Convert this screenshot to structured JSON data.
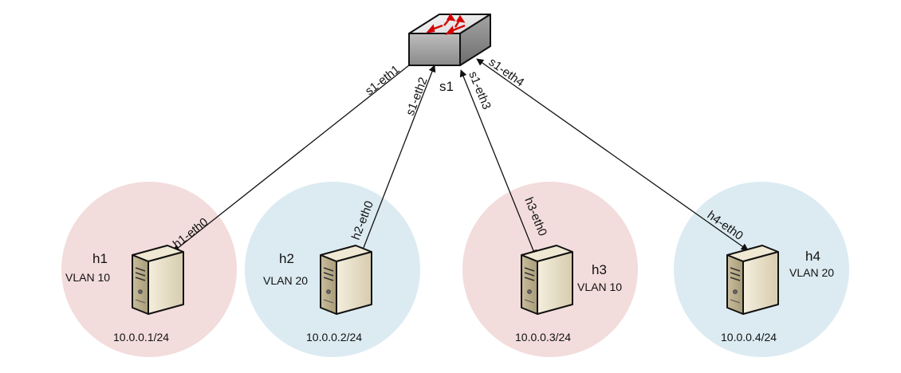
{
  "switch": {
    "name": "s1",
    "icon": "network-switch-icon"
  },
  "colors": {
    "vlan10": "#f3dcdc",
    "vlan20": "#dcebf2",
    "arrow": "#d40000"
  },
  "hosts": [
    {
      "name": "h1",
      "vlan": "VLAN 10",
      "ip": "10.0.0.1/24",
      "host_iface": "h1-eth0",
      "switch_iface": "s1-eth1",
      "icon": "server-icon"
    },
    {
      "name": "h2",
      "vlan": "VLAN 20",
      "ip": "10.0.0.2/24",
      "host_iface": "h2-eth0",
      "switch_iface": "s1-eth2",
      "icon": "server-icon"
    },
    {
      "name": "h3",
      "vlan": "VLAN 10",
      "ip": "10.0.0.3/24",
      "host_iface": "h3-eth0",
      "switch_iface": "s1-eth3",
      "icon": "server-icon"
    },
    {
      "name": "h4",
      "vlan": "VLAN 20",
      "ip": "10.0.0.4/24",
      "host_iface": "h4-eth0",
      "switch_iface": "s1-eth4",
      "icon": "server-icon"
    }
  ]
}
